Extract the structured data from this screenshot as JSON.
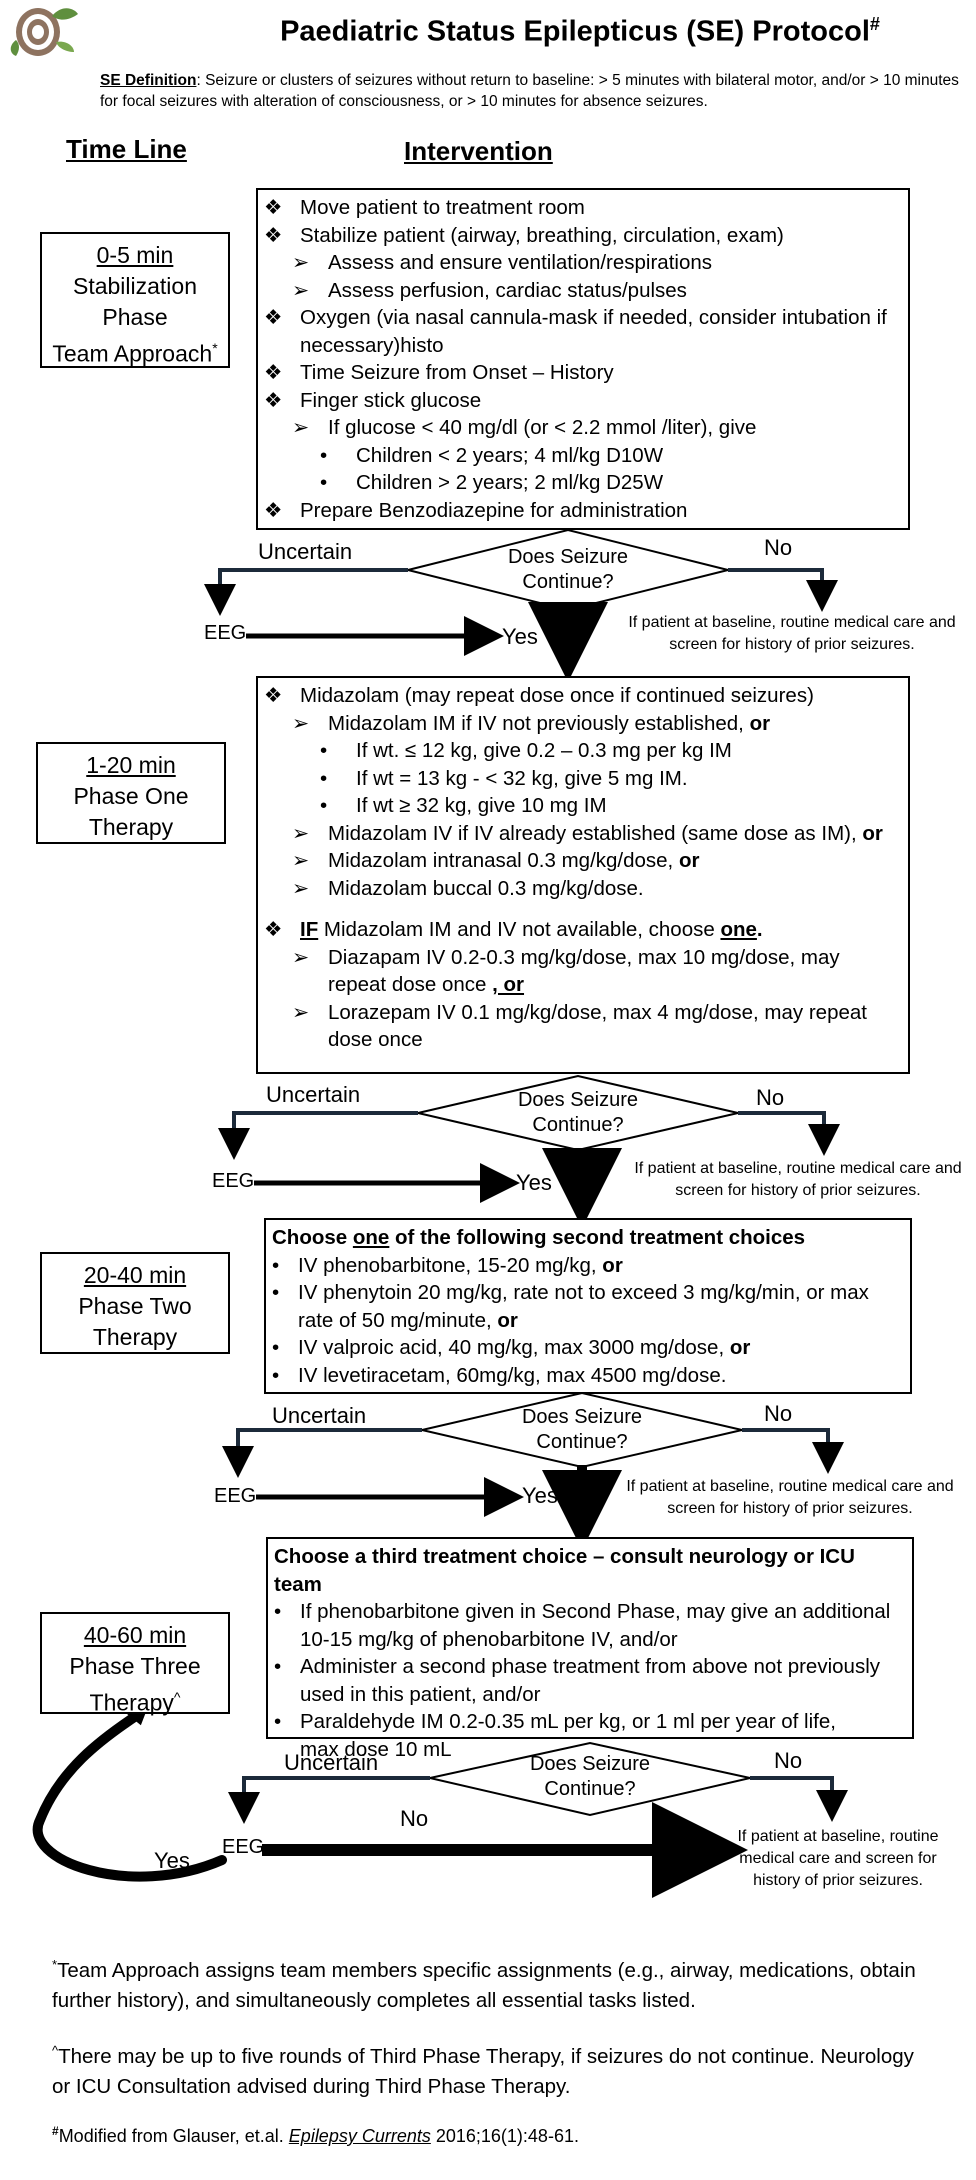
{
  "header": {
    "title": "Paediatric Status Epilepticus (SE) Protocol",
    "title_mark": "#",
    "definition_label": "SE Definition",
    "definition_text": ": Seizure or clusters of seizures without return to baseline: > 5 minutes with bilateral motor, and/or > 10 minutes for focal seizures with alteration of consciousness, or > 10 minutes for absence seizures."
  },
  "columns": {
    "timeline": "Time Line",
    "intervention": "Intervention"
  },
  "phases": [
    {
      "time": "0-5 min",
      "lines": [
        "Stabilization",
        "Phase",
        "Team Approach"
      ],
      "mark": "*"
    },
    {
      "time": "1-20 min",
      "lines": [
        "Phase One",
        "Therapy"
      ],
      "mark": ""
    },
    {
      "time": "20-40 min",
      "lines": [
        "Phase Two",
        "Therapy"
      ],
      "mark": ""
    },
    {
      "time": "40-60 min",
      "lines": [
        "Phase Three",
        "Therapy"
      ],
      "mark": "^"
    }
  ],
  "box0": [
    "Move patient to treatment room",
    "Stabilize patient (airway, breathing, circulation, exam)",
    "Assess and ensure ventilation/respirations",
    "Assess perfusion, cardiac status/pulses",
    "Oxygen (via nasal cannula-mask if needed, consider intubation if necessary)histo",
    "Time Seizure from Onset – History",
    "Finger stick glucose",
    "If glucose < 40 mg/dl (or < 2.2 mmol /liter), give",
    "Children < 2 years; 4 ml/kg D10W",
    "Children > 2 years; 2 ml/kg D25W",
    "Prepare Benzodiazepine for administration"
  ],
  "box1": {
    "l1": "Midazolam (may repeat dose once if continued seizures)",
    "l2a": "Midazolam IM if IV not previously established, ",
    "or": "or",
    "l3a": "If wt. ≤ 12 kg, give 0.2 – 0.3 mg per kg IM",
    "l4": "If wt = 13 kg - < 32 kg, give 5 mg IM.",
    "l5": "If wt ≥ 32 kg, give 10 mg IM",
    "l6a": "Midazolam IV if IV already established (same dose as IM), ",
    "l7a": "Midazolam intranasal 0.3 mg/kg/dose, ",
    "l8": "Midazolam buccal 0.3 mg/kg/dose.",
    "if": "IF",
    "l9a": " Midazolam IM and IV not available, choose ",
    "one": "one",
    "l10": "Diazapam IV 0.2-0.3 mg/kg/dose, max 10 mg/dose, may repeat dose once ",
    "l10or": ", or",
    "l11": "Lorazepam IV 0.1 mg/kg/dose, max 4 mg/dose, may repeat dose once"
  },
  "box2": {
    "head_a": "Choose ",
    "head_u": "one",
    "head_b": " of the following second treatment choices",
    "i1": "IV phenobarbitone, 15-20 mg/kg, ",
    "i2": "IV phenytoin 20 mg/kg, rate not to exceed 3 mg/kg/min, or max rate of 50 mg/minute, ",
    "i3": "IV valproic acid, 40 mg/kg, max 3000 mg/dose, ",
    "i4": "IV levetiracetam, 60mg/kg, max 4500 mg/dose."
  },
  "box3": {
    "head": "Choose a third treatment choice – consult neurology or ICU team",
    "i1": "If phenobarbitone given in Second Phase, may give an additional 10-15 mg/kg of phenobarbitone IV, and/or",
    "i2": "Administer a second phase treatment from above not previously used in this patient, and/or",
    "i3a": "Paraldehyde IM 0.2-0.35 mL per kg, or 1 ml per year of life,",
    "i3b": "max dose 10 mL"
  },
  "decision": {
    "question_1": "Does Seizure",
    "question_2": "Continue?",
    "uncertain": "Uncertain",
    "no": "No",
    "yes": "Yes",
    "eeg": "EEG",
    "baseline_note": "If patient at baseline, routine medical care and screen for history of prior seizures.",
    "baseline_note_last": "If patient at baseline, routine medical care and screen for history of prior seizures."
  },
  "footnotes": {
    "f1_mark": "*",
    "f1": "Team Approach assigns team members specific assignments (e.g., airway, medications, obtain further history), and simultaneously completes all essential tasks listed.",
    "f2_mark": "^",
    "f2": "There may be up to five rounds of Third Phase Therapy, if seizures do not continue. Neurology or ICU Consultation advised during Third Phase Therapy.",
    "f3_mark": "#",
    "f3_a": "Modified from Glauser, et.al. ",
    "f3_journal": "Epilepsy Currents",
    "f3_b": " 2016;16(1):48-61."
  },
  "symbols": {
    "diamond_bullet": "❖",
    "arrow_bullet": "➢",
    "dot_bullet": "•"
  }
}
